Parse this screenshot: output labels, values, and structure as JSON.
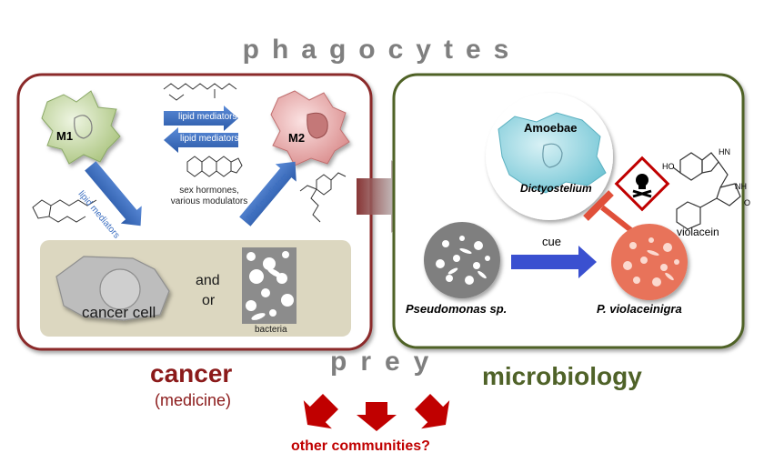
{
  "header": {
    "top_label": "phagocytes",
    "middle_label": "prey"
  },
  "left_panel": {
    "m1_label": "M1",
    "m2_label": "M2",
    "lipid_mediators": "lipid mediators",
    "hormones_line1": "sex hormones,",
    "hormones_line2": "various modulators",
    "cancer_cell_label": "cancer cell",
    "connector_and": "and",
    "connector_or": "or",
    "bacteria_label": "bacteria"
  },
  "right_panel": {
    "amoebae_label": "Amoebae",
    "dictyostelium_label": "Dictyostelium",
    "pseudomonas_label": "Pseudomonas sp.",
    "cue_label": "cue",
    "violaceinigra_label": "P. violaceinigra",
    "violacein_label": "violacein",
    "chem_o": "O",
    "chem_ho": "HO",
    "chem_hn": "HN",
    "chem_nh": "NH"
  },
  "footer": {
    "cancer_title": "cancer",
    "medicine_label": "(medicine)",
    "microbiology_title": "microbiology",
    "other_communities": "other communities?"
  },
  "colors": {
    "left_border": "#8b2a2a",
    "right_border": "#4f6228",
    "m1_fill": "#b9cf91",
    "m2_fill": "#e8a6a6",
    "amoeba_fill": "#8fd3df",
    "blue_arrow": "#3b6ec0",
    "cue_arrow": "#3a50d0",
    "red_arrow": "#c00000",
    "bacteria_grey": "#7f7f7f",
    "violaceinigra_fill": "#e8735a"
  },
  "icons": [
    "m1-macrophage-icon",
    "m2-macrophage-icon",
    "amoeba-icon",
    "hazard-skull-icon",
    "inhibition-icon",
    "pseudomonas-colony-icon",
    "violaceinigra-colony-icon",
    "bacteria-image-icon",
    "cancer-cell-icon"
  ]
}
